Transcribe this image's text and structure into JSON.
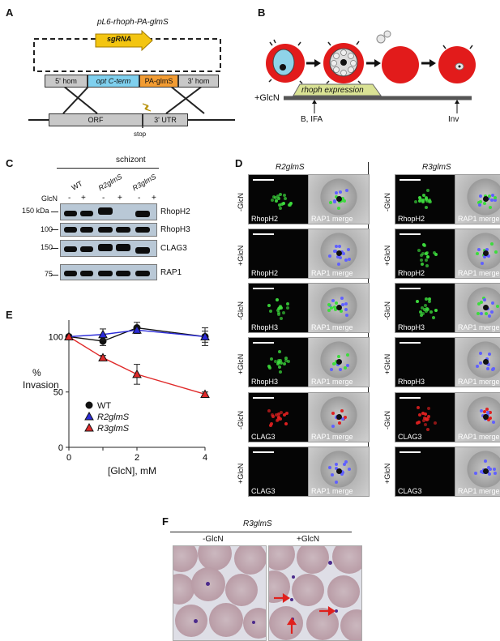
{
  "panels": {
    "a": "A",
    "b": "B",
    "c": "C",
    "d": "D",
    "e": "E",
    "f": "F"
  },
  "panel_a": {
    "plasmid": "pL6-rhoph-PA-glmS",
    "sgrna": "sgRNA",
    "hom5": "5' hom",
    "optc": "opt C-term",
    "paglms": "PA-glmS",
    "hom3": "3' hom",
    "orf": "ORF",
    "utr": "3' UTR",
    "stop": "stop"
  },
  "panel_b": {
    "expression": "rhoph expression",
    "glcn": "+GlcN",
    "b_ifa": "B, IFA",
    "inv": "Inv"
  },
  "panel_c": {
    "header": "schizont",
    "strains": [
      "WT",
      "R2glmS",
      "R3glmS"
    ],
    "glcn_label": "GlcN",
    "signs": [
      "-",
      "+",
      "-",
      "+",
      "-",
      "+"
    ],
    "markers": [
      "150 kDa",
      "100",
      "150",
      "75"
    ],
    "proteins": [
      "RhopH2",
      "RhopH3",
      "CLAG3",
      "RAP1"
    ]
  },
  "panel_d": {
    "col_titles": [
      "R2glmS",
      "R3glmS"
    ],
    "row_labels": [
      "-GlcN",
      "+GlcN",
      "-GlcN",
      "+GlcN",
      "-GlcN",
      "+GlcN"
    ],
    "stains": [
      "RhopH2",
      "RhopH2",
      "RhopH3",
      "RhopH3",
      "CLAG3",
      "CLAG3"
    ],
    "merge_label": "RAP1 merge",
    "colors": {
      "rhoph2": "#3ddc3d",
      "rhoph3": "#3ddc3d",
      "clag3": "#e02020",
      "rap1": "#6060ff"
    }
  },
  "panel_f": {
    "title": "R3glmS",
    "conditions": [
      "-GlcN",
      "+GlcN"
    ],
    "arrow_color": "#e0201c"
  },
  "chart_data": {
    "type": "line",
    "x": [
      0,
      1,
      2,
      4
    ],
    "xlabel": "[GlcN], mM",
    "ylabel_line1": "%",
    "ylabel_line2": "Invasion",
    "xticks": [
      "0",
      "2",
      "4"
    ],
    "yticks": [
      "0",
      "50",
      "100"
    ],
    "xlim": [
      0,
      4
    ],
    "ylim": [
      0,
      115
    ],
    "series": [
      {
        "name": "WT",
        "values": [
          100,
          96,
          108,
          100
        ],
        "err": [
          0,
          4,
          5,
          8
        ],
        "color": "#111111",
        "marker": "circle"
      },
      {
        "name": "R2glmS",
        "values": [
          100,
          102,
          106,
          100
        ],
        "err": [
          0,
          5,
          3,
          5
        ],
        "color": "#2b2bd9",
        "marker": "triangle"
      },
      {
        "name": "R3glmS",
        "values": [
          100,
          81,
          66,
          48
        ],
        "err": [
          0,
          2,
          9,
          2
        ],
        "color": "#e02a2a",
        "marker": "triangle"
      }
    ]
  }
}
